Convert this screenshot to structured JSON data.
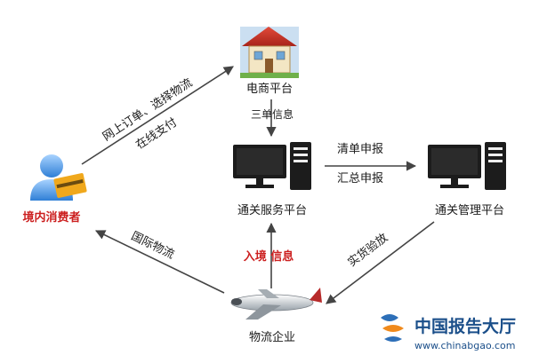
{
  "nodes": {
    "ecommerce": "电商平台",
    "consumer": "境内消费者",
    "service": "通关服务平台",
    "management": "通关管理平台",
    "logistics": "物流企业"
  },
  "edges": {
    "order_line1": "网上订单、选择物流",
    "order_line2": "在线支付",
    "three_docs": "三单信息",
    "list_declare": "清单申报",
    "summary_declare": "汇总申报",
    "inspect_release": "实货验放",
    "entry_info": "入境 信息",
    "intl_logistics": "国际物流"
  },
  "watermark": {
    "name": "中国报告大厅",
    "url": "www.chinabgao.com"
  },
  "colors": {
    "arrow": "#444444",
    "highlight_red": "#cc2020",
    "brand_blue": "#1b4f8a"
  }
}
